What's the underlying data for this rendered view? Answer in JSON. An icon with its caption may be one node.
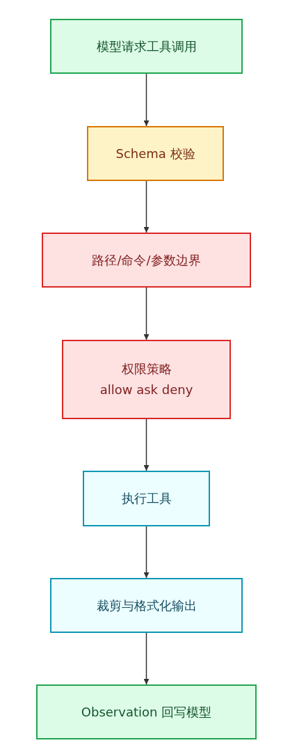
{
  "diagram": {
    "nodes": [
      {
        "text": [
          "模型请求工具调用"
        ]
      },
      {
        "text": [
          "Schema 校验"
        ]
      },
      {
        "text": [
          "路径/命令/参数边界"
        ]
      },
      {
        "text": [
          "权限策略",
          "allow ask deny"
        ]
      },
      {
        "text": [
          "执行工具"
        ]
      },
      {
        "text": [
          "裁剪与格式化输出"
        ]
      },
      {
        "text": [
          "Observation 回写模型"
        ]
      }
    ],
    "edges": [
      {
        "from": 0,
        "to": 1,
        "arrow": "to"
      },
      {
        "from": 1,
        "to": 2,
        "arrow": "to"
      },
      {
        "from": 2,
        "to": 3,
        "arrow": "to"
      },
      {
        "from": 3,
        "to": 4,
        "arrow": "to"
      },
      {
        "from": 4,
        "to": 5,
        "arrow": "to"
      },
      {
        "from": 5,
        "to": 6,
        "arrow": "to"
      }
    ]
  }
}
